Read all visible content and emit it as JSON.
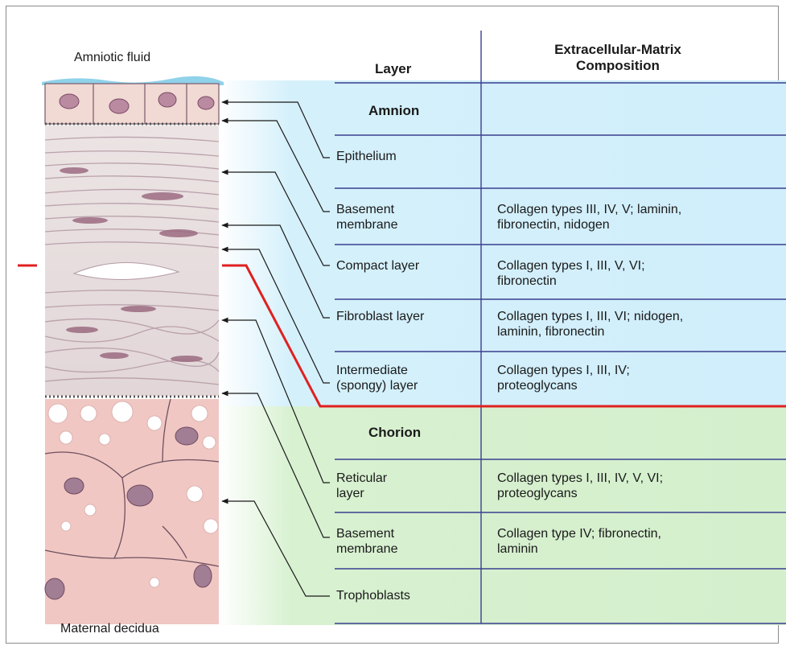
{
  "top_label": "Amniotic fluid",
  "bottom_label": "Maternal decidua",
  "headers": {
    "layer": "Layer",
    "ecm": "Extracellular-Matrix\nComposition"
  },
  "sections": {
    "amnion": "Amnion",
    "chorion": "Chorion"
  },
  "rows": [
    {
      "layer": "Epithelium",
      "ecm": ""
    },
    {
      "layer": "Basement\nmembrane",
      "ecm": "Collagen types III, IV, V; laminin,\nfibronectin, nidogen"
    },
    {
      "layer": "Compact layer",
      "ecm": "Collagen types I, III, V, VI;\nfibronectin"
    },
    {
      "layer": "Fibroblast layer",
      "ecm": "Collagen types I, III, VI; nidogen,\nlaminin, fibronectin"
    },
    {
      "layer": "Intermediate\n(spongy) layer",
      "ecm": "Collagen types I, III, IV;\nproteoglycans"
    },
    {
      "layer": "Reticular\nlayer",
      "ecm": "Collagen types I, III, IV, V, VI;\nproteoglycans"
    },
    {
      "layer": "Basement\nmembrane",
      "ecm": "Collagen type IV; fibronectin,\nlaminin"
    },
    {
      "layer": "Trophoblasts",
      "ecm": ""
    }
  ],
  "colors": {
    "amnion_bg": "#d0eefb",
    "chorion_bg": "#d4efcc",
    "divider_red": "#e02020",
    "table_lines": "#3a3f8f"
  }
}
